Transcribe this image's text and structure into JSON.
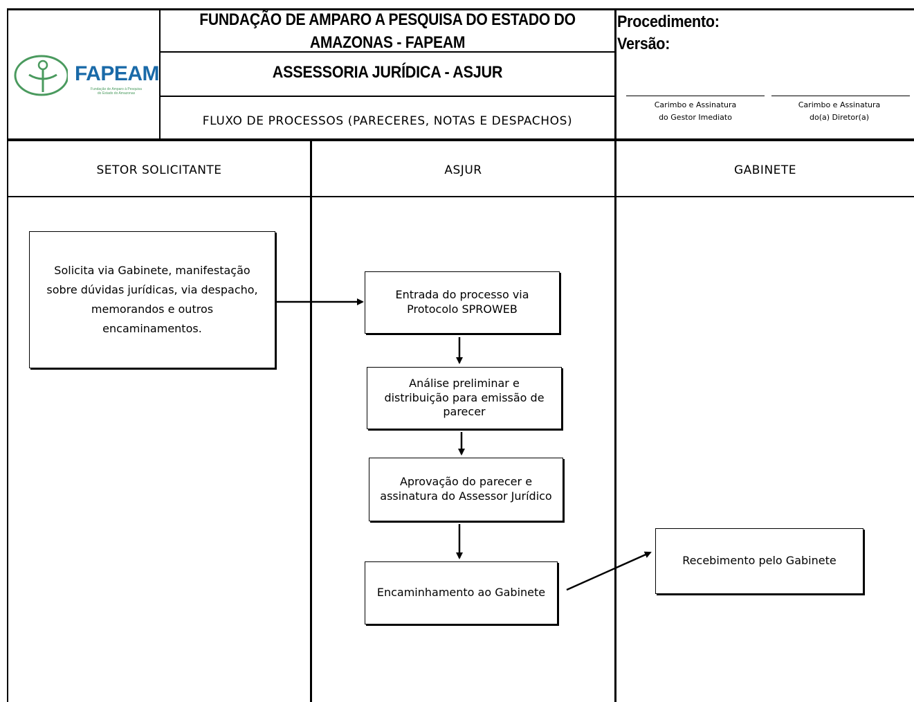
{
  "header": {
    "org_title": "FUNDAÇÃO DE AMPARO A PESQUISA DO ESTADO DO AMAZONAS - FAPEAM",
    "department": "ASSESSORIA JURÍDICA - ASJUR",
    "flow_title": "FLUXO DE PROCESSOS (PARECERES, NOTAS E DESPACHOS)",
    "procedure_label": "Procedimento:",
    "version_label": "Versão:",
    "signature_left": "Carimbo e Assinatura\ndo Gestor Imediato",
    "signature_right": "Carimbo e Assinatura\ndo(a) Diretor(a)"
  },
  "logo": {
    "name": "FAPEAM",
    "subtitle": "Fundação de Amparo à Pesquisa\ndo Estado do Amazonas",
    "color_primary": "#1a6aa8",
    "color_secondary": "#4a9a5e"
  },
  "lanes": [
    {
      "label": "SETOR SOLICITANTE"
    },
    {
      "label": "ASJUR"
    },
    {
      "label": "GABINETE"
    }
  ],
  "steps": {
    "request": "Solicita via Gabinete, manifestação\nsobre dúvidas jurídicas, via despacho,\nmemorandos e outros\nencaminamentos.",
    "entry": "Entrada do processo via\nProtocolo SPROWEB",
    "analysis": "Análise preliminar e\ndistribuição para emissão de\nparecer",
    "approval": "Aprovação do parecer e\nassinatura do Assessor Jurídico",
    "forwarding": "Encaminhamento ao Gabinete",
    "receipt": "Recebimento pelo Gabinete"
  }
}
